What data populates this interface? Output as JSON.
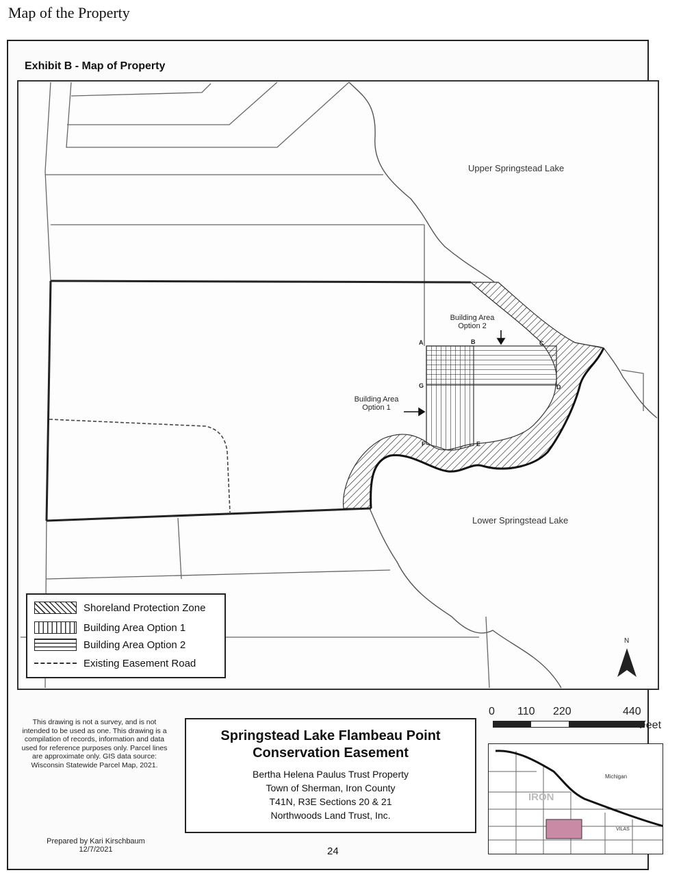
{
  "page": {
    "heading": "Map of the Property",
    "page_number": "24"
  },
  "exhibit": {
    "title": "Exhibit B - Map of Property"
  },
  "map": {
    "labels": {
      "upper_lake": "Upper Springstead Lake",
      "lower_lake": "Lower Springstead Lake",
      "building_area_option_2": "Building Area Option 2",
      "building_area_option_1": "Building Area Option 1"
    },
    "points": [
      "A",
      "B",
      "C",
      "D",
      "E",
      "F",
      "G"
    ]
  },
  "legend": {
    "items": [
      {
        "label": "Shoreland Protection Zone",
        "swatch": "diagonal-hatch"
      },
      {
        "label": "Building Area Option 1",
        "swatch": "vertical-hatch"
      },
      {
        "label": "Building Area Option 2",
        "swatch": "horizontal-hatch"
      },
      {
        "label": "Existing Easement Road",
        "swatch": "dashed-line"
      }
    ]
  },
  "disclaimer": "This drawing is not a survey, and is not intended to be used as one. This drawing is a compilation of records, information and data used for reference purposes only. Parcel lines are approximate only. GIS data source: Wisconsin Statewide Parcel Map, 2021.",
  "prepared": {
    "by": "Prepared by Kari Kirschbaum",
    "date": "12/7/2021"
  },
  "title_block": {
    "title": "Springstead Lake Flambeau Point Conservation Easement",
    "lines": [
      "Bertha Helena Paulus Trust Property",
      "Town of Sherman, Iron County",
      "T41N, R3E Sections 20 & 21",
      "Northwoods Land Trust, Inc."
    ]
  },
  "scale": {
    "ticks": [
      "0",
      "110",
      "220",
      "440"
    ],
    "unit": "Feet"
  },
  "north": {
    "label": "N"
  },
  "inset": {
    "labels": {
      "county": "IRON",
      "state": "Michigan",
      "neighbor": "VILAS"
    }
  },
  "colors": {
    "highlight": "#c98aa6",
    "line": "#555555",
    "boundary": "#222222"
  }
}
